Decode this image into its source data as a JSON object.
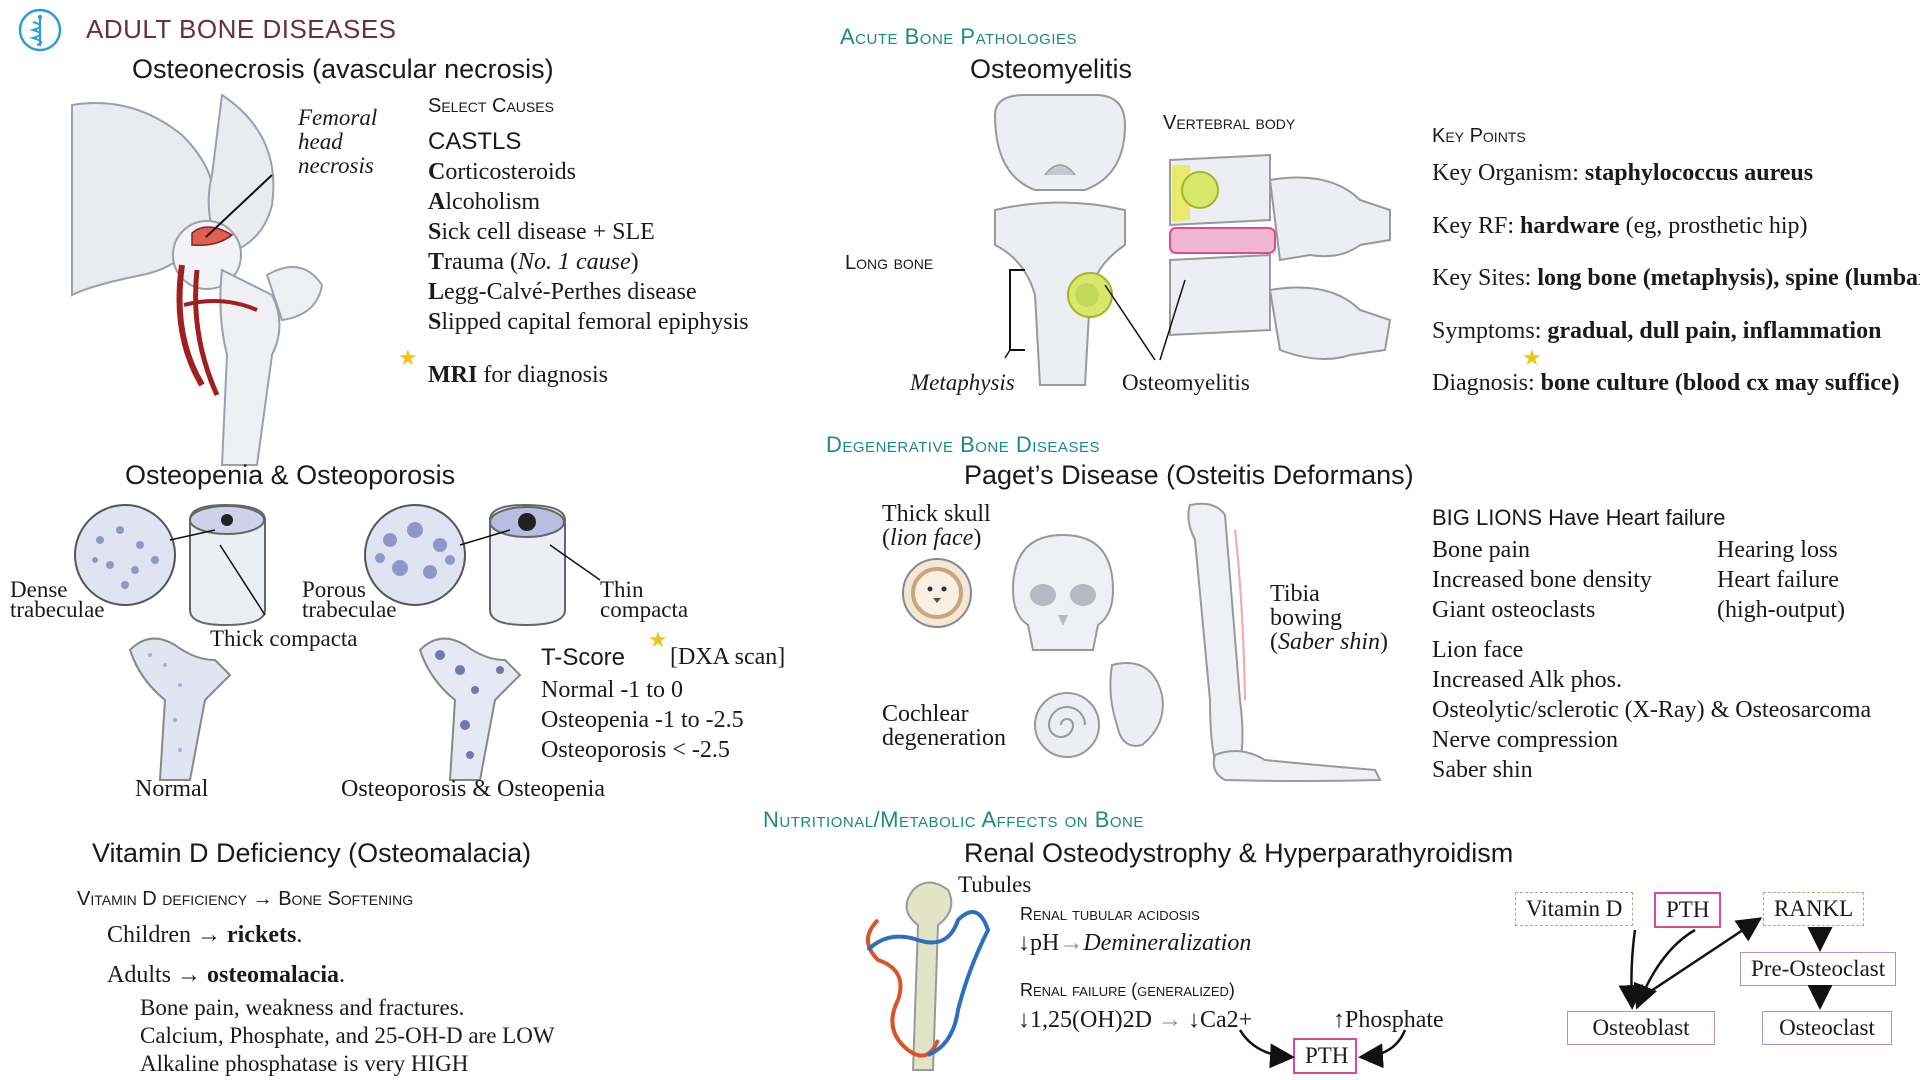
{
  "header": {
    "title": "ADULT BONE DISEASES"
  },
  "osteonecrosis": {
    "title": "Osteonecrosis (avascular necrosis)",
    "image_label": "Femoral head necrosis",
    "causes_heading": "Select Causes",
    "mnemonic": "CASTLS",
    "causes": [
      {
        "initial": "C",
        "rest": "orticosteroids"
      },
      {
        "initial": "A",
        "rest": "lcoholism"
      },
      {
        "initial": "S",
        "rest": "ick cell disease + SLE"
      },
      {
        "initial": "T",
        "rest": "rauma (",
        "italic": "No. 1 cause",
        "tail": ")"
      },
      {
        "initial": "L",
        "rest": "egg-Calvé-Perthes disease"
      },
      {
        "initial": "S",
        "rest": "lipped capital femoral epiphysis"
      }
    ],
    "diagnosis_bold": "MRI",
    "diagnosis_rest": " for diagnosis"
  },
  "osteoporosis": {
    "title": "Osteopenia & Osteoporosis",
    "labels": {
      "dense_trabeculae": "Dense trabeculae",
      "thick_compacta": "Thick compacta",
      "porous_trabeculae": "Porous trabeculae",
      "thin_compacta": "Thin compacta",
      "normal": "Normal",
      "osteo": "Osteoporosis & Osteopenia"
    },
    "tscore_label": "T-Score",
    "tscore_dx": "[DXA scan]",
    "tscore_rows": [
      "Normal  -1 to 0",
      "Osteopenia -1 to -2.5",
      "Osteoporosis < -2.5"
    ]
  },
  "vitamin_d": {
    "title": "Vitamin D Deficiency (Osteomalacia)",
    "subhead_left": "Vitamin D deficiency",
    "subhead_right": "Bone Softening",
    "children_label": "Children",
    "children_value": "rickets",
    "adults_label": "Adults",
    "adults_value": "osteomalacia",
    "details": [
      "Bone pain, weakness and fractures.",
      "Calcium, Phosphate, and 25-OH-D are LOW",
      "Alkaline phosphatase is very HIGH"
    ]
  },
  "acute": {
    "heading": "Acute Bone Pathologies",
    "title": "Osteomyelitis",
    "labels": {
      "vertebral_body": "Vertebral body",
      "long_bone": "Long bone",
      "metaphysis": "Metaphysis",
      "osteomyelitis": "Osteomyelitis"
    },
    "key_points_heading": "Key Points",
    "key_points": [
      {
        "label": "Key Organism: ",
        "value": "staphylococcus aureus"
      },
      {
        "label": "Key RF: ",
        "value": "hardware",
        "tail": " (eg, prosthetic hip)"
      },
      {
        "label": "Key Sites: ",
        "value": "long bone (metaphysis), spine (lumbar)"
      },
      {
        "label": "Symptoms: ",
        "value": "gradual, dull pain, inflammation"
      },
      {
        "label": "Diagnosis: ",
        "value": "bone culture (blood cx may suffice)"
      }
    ]
  },
  "degenerative": {
    "heading": "Degenerative Bone Diseases",
    "title": "Paget’s Disease (Osteitis Deformans)",
    "labels": {
      "thick_skull": "Thick skull",
      "lion_face": "lion face",
      "cochlear": "Cochlear degeneration",
      "tibia": "Tibia bowing",
      "saber": "Saber shin"
    },
    "mnemonic": "BIG LIONS Have Heart failure",
    "col1": [
      "Bone pain",
      "Increased bone density",
      "Giant osteoclasts"
    ],
    "col2": [
      "Hearing loss",
      "Heart failure",
      "(high-output)"
    ],
    "list": [
      "Lion face",
      "Increased Alk phos.",
      "Osteolytic/sclerotic (X-Ray) & Osteosarcoma",
      "Nerve compression",
      "Saber shin"
    ]
  },
  "nutritional": {
    "heading": "Nutritional/Metabolic Affects on Bone",
    "title": "Renal Osteodystrophy & Hyperparathyroidism",
    "tubules": "Tubules",
    "rta_heading": "Renal tubular acidosis",
    "rta_line_left": "pH",
    "rta_line_right": "Demineralization",
    "rf_heading": "Renal failure (generalized)",
    "rf_left": "1,25(OH)2D",
    "rf_mid": "Ca2+",
    "rf_phosphate": "Phosphate",
    "pth": "PTH",
    "flow": {
      "vitamin_d": "Vitamin D",
      "pth": "PTH",
      "rankl": "RANKL",
      "pre_osteoclast": "Pre-Osteoclast",
      "osteoblast": "Osteoblast",
      "osteoclast": "Osteoclast"
    }
  },
  "colors": {
    "title": "#6b2c45",
    "teal": "#1c8a80",
    "pink": "#d94d8f",
    "green_dashed": "#8fbf7a",
    "purple": "#a991c9",
    "star": "#f0c419"
  }
}
